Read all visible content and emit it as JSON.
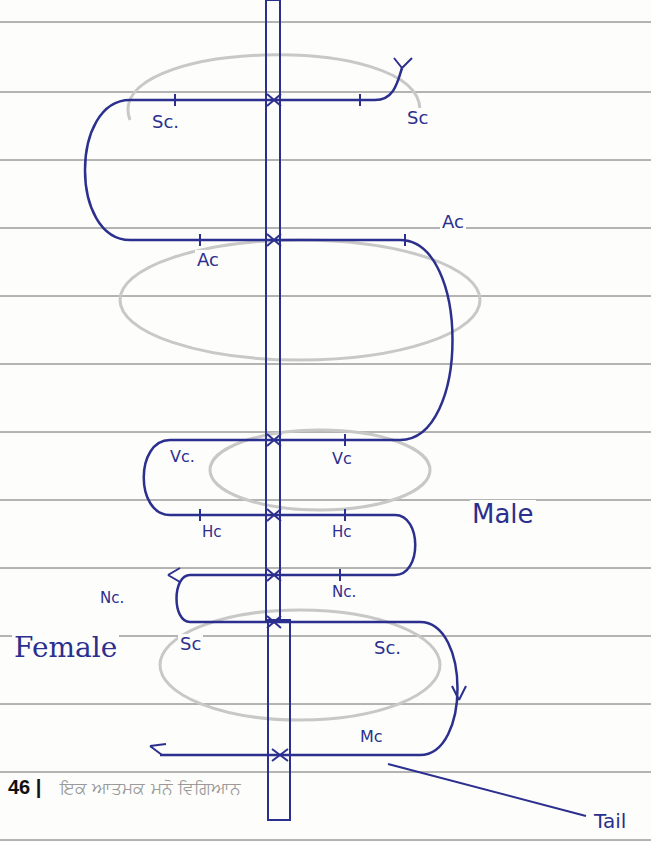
{
  "diagram": {
    "labels": [
      "Sc.",
      "Sc",
      "Ac",
      "Ac",
      "Vc.",
      "Vc",
      "Hc",
      "Hc",
      "Male",
      "Nc.",
      "Nc.",
      "Sc",
      "Sc.",
      "Female",
      "Mc",
      "46 |",
      "ਇਕ ਆਤਮਕ ਮਨੋ ਵਿਗਿਆਨ",
      "Tail"
    ]
  }
}
